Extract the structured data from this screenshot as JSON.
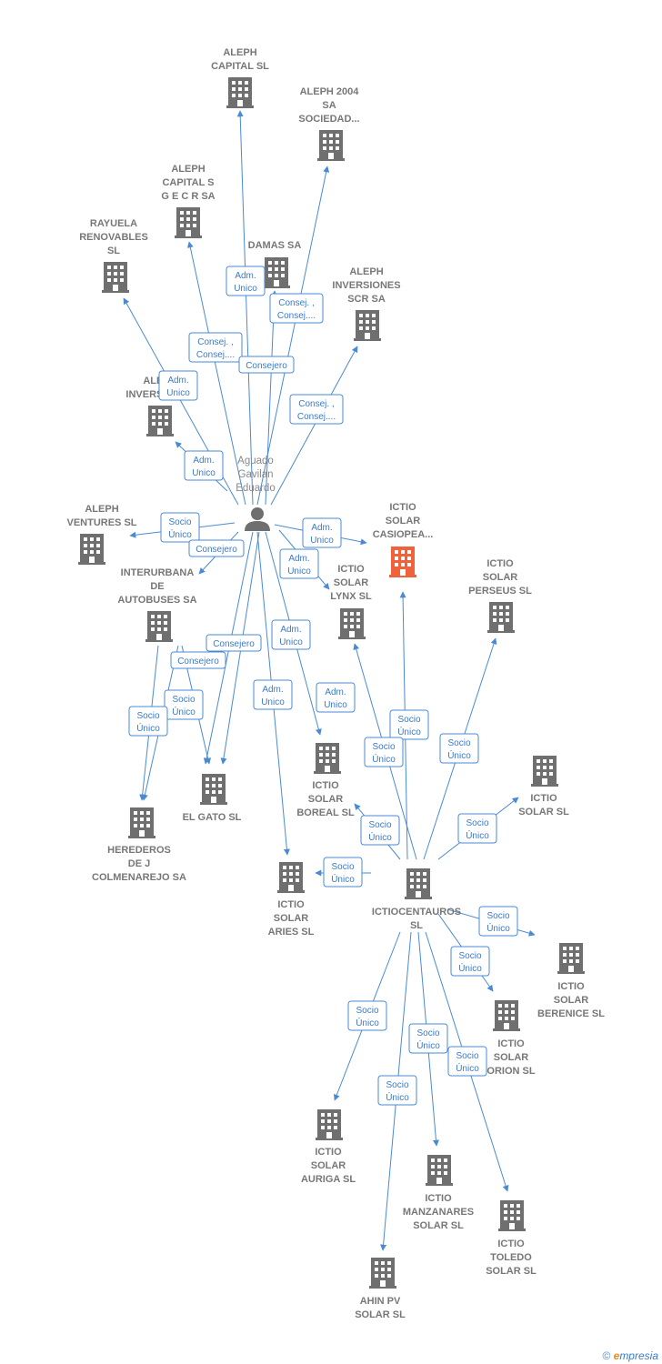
{
  "colors": {
    "edge": "#4a8ad4",
    "company": "#6f6f6f",
    "highlight": "#f0623c",
    "person": "#6f6f6f"
  },
  "person": {
    "name_lines": [
      "Aguado",
      "Gavilan",
      "Eduardo"
    ],
    "icon": "person-icon"
  },
  "nodes": [
    {
      "id": "aleph_capital",
      "lines": [
        "ALEPH",
        "CAPITAL  SL"
      ]
    },
    {
      "id": "aleph_2004",
      "lines": [
        "ALEPH 2004",
        "SA",
        "SOCIEDAD..."
      ]
    },
    {
      "id": "aleph_sgecr",
      "lines": [
        "ALEPH",
        "CAPITAL S",
        "G E C R SA"
      ]
    },
    {
      "id": "rayuela",
      "lines": [
        "RAYUELA",
        "RENOVABLES",
        "SL"
      ]
    },
    {
      "id": "damas",
      "lines": [
        "DAMAS SA"
      ]
    },
    {
      "id": "aleph_inv_scr",
      "lines": [
        "ALEPH",
        "INVERSIONES",
        "SCR SA"
      ]
    },
    {
      "id": "aleph_inversiones",
      "lines": [
        "ALEPH",
        "INVERSIONES"
      ]
    },
    {
      "id": "aleph_ventures",
      "lines": [
        "ALEPH",
        "VENTURES  SL"
      ]
    },
    {
      "id": "interurbana",
      "lines": [
        "INTERURBANA",
        "DE",
        "AUTOBUSES SA"
      ]
    },
    {
      "id": "herederos",
      "lines": [
        "HEREDEROS",
        "DE J",
        "COLMENAREJO SA"
      ]
    },
    {
      "id": "el_gato",
      "lines": [
        "EL GATO SL"
      ]
    },
    {
      "id": "casiopea",
      "lines": [
        "ICTIO",
        "SOLAR",
        "CASIOPEA..."
      ]
    },
    {
      "id": "lynx",
      "lines": [
        "ICTIO",
        "SOLAR",
        "LYNX  SL"
      ]
    },
    {
      "id": "perseus",
      "lines": [
        "ICTIO",
        "SOLAR",
        "PERSEUS  SL"
      ]
    },
    {
      "id": "boreal",
      "lines": [
        "ICTIO",
        "SOLAR",
        "BOREAL  SL"
      ]
    },
    {
      "id": "ictio_solar",
      "lines": [
        "ICTIO",
        "SOLAR  SL"
      ]
    },
    {
      "id": "aries",
      "lines": [
        "ICTIO",
        "SOLAR",
        "ARIES  SL"
      ]
    },
    {
      "id": "centauros",
      "lines": [
        "ICTIOCENTAUROS",
        "SL"
      ]
    },
    {
      "id": "berenice",
      "lines": [
        "ICTIO",
        "SOLAR",
        "BERENICE  SL"
      ]
    },
    {
      "id": "orion",
      "lines": [
        "ICTIO",
        "SOLAR",
        "ORION  SL"
      ]
    },
    {
      "id": "auriga",
      "lines": [
        "ICTIO",
        "SOLAR",
        "AURIGA  SL"
      ]
    },
    {
      "id": "manzanares",
      "lines": [
        "ICTIO",
        "MANZANARES",
        "SOLAR  SL"
      ]
    },
    {
      "id": "toledo",
      "lines": [
        "ICTIO",
        "TOLEDO",
        "SOLAR  SL"
      ]
    },
    {
      "id": "ahin",
      "lines": [
        "AHIN PV",
        "SOLAR  SL"
      ]
    }
  ],
  "badges": {
    "adm_unico": [
      "Adm.",
      "Unico"
    ],
    "consej_consej": [
      "Consej. ,",
      "Consej...."
    ],
    "consejero": [
      "Consejero"
    ],
    "socio_unico": [
      "Socio",
      "Único"
    ]
  },
  "footer": {
    "copyright": "©",
    "brand_e": "e",
    "brand_rest": "mpresia"
  }
}
